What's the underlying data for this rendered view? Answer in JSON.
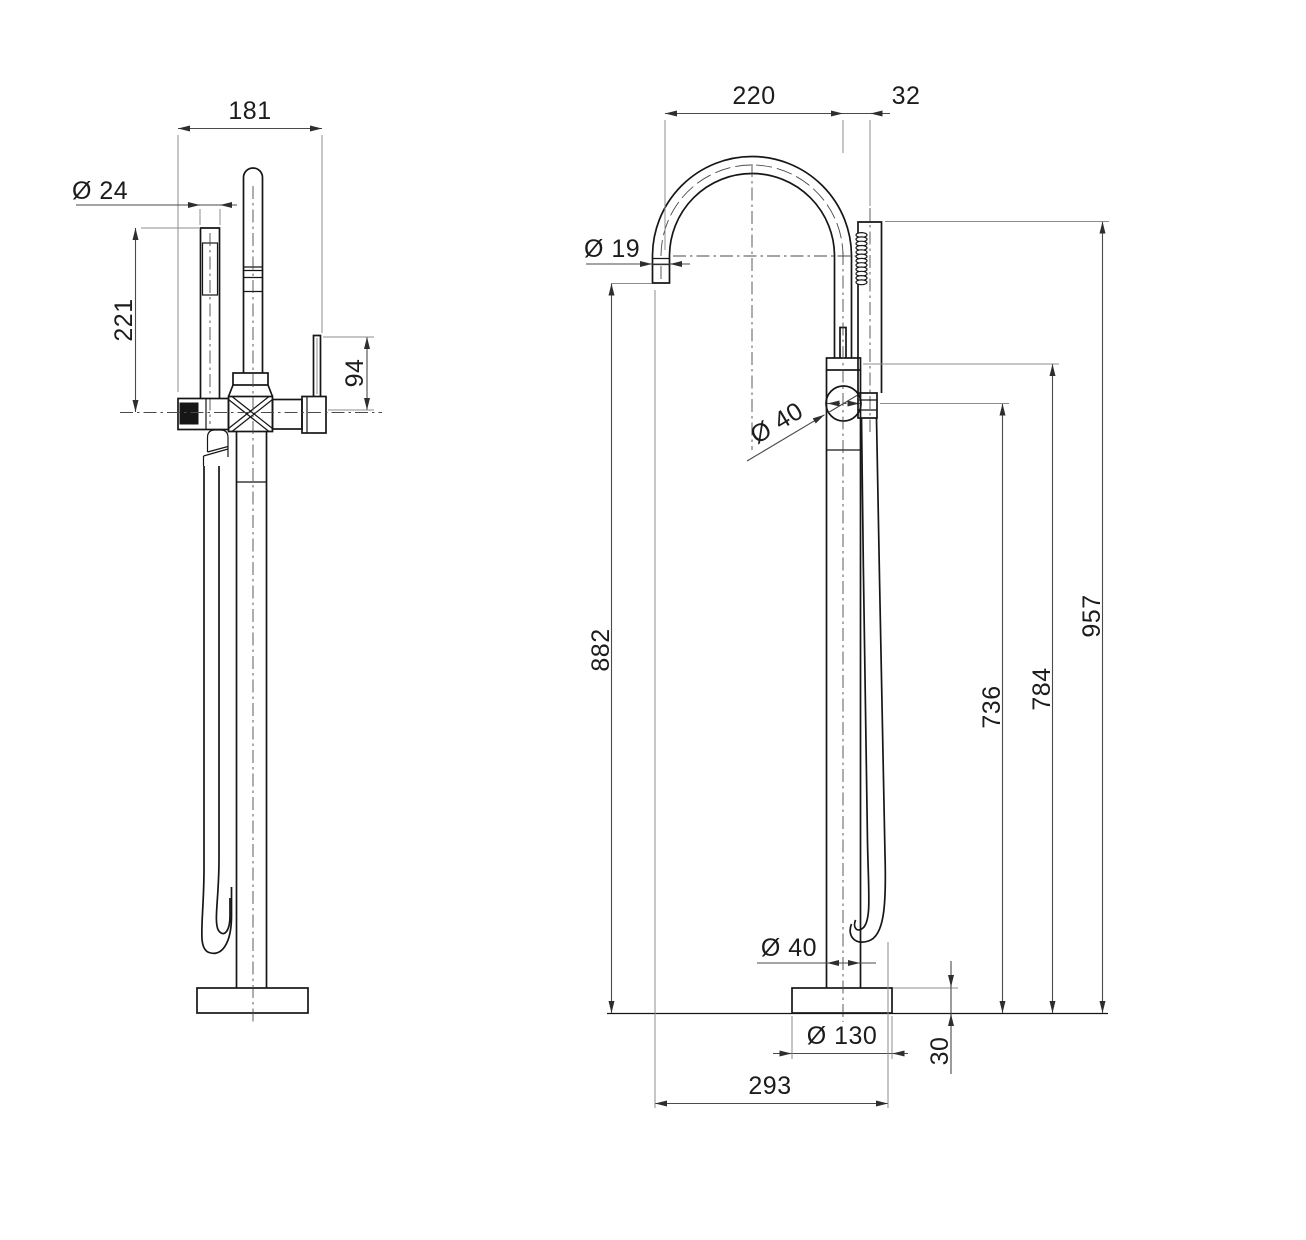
{
  "drawing": {
    "side_view": {
      "overall_width": "181",
      "handshower_diameter": "Ø 24",
      "handshower_length": "221",
      "lever_height": "94"
    },
    "front_view": {
      "spout_reach": "220",
      "handshower_offset": "32",
      "spout_outlet_diameter": "Ø 19",
      "mixer_body_diameter": "Ø 40",
      "spout_outlet_height": "882",
      "shower_holder_height": "736",
      "mixer_top_height": "784",
      "handshower_top_height": "957",
      "column_diameter": "Ø 40",
      "base_diameter": "Ø 130",
      "base_thickness": "30",
      "overall_depth": "293"
    }
  },
  "colors": {
    "background": "#ffffff",
    "line": "#161616",
    "dimension": "#4a4a4a"
  }
}
